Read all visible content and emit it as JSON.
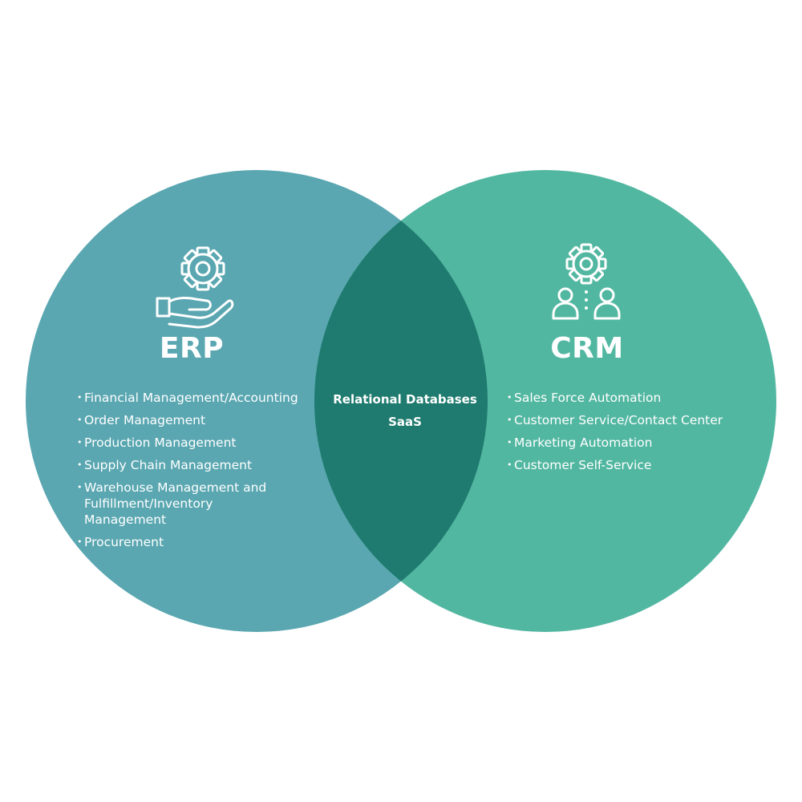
{
  "colors": {
    "background": "#ffffff",
    "erp_circle": "#5aa7b1",
    "crm_circle": "#52b7a1",
    "overlap": "#1f7b6f",
    "text": "#ffffff"
  },
  "erp": {
    "title": "ERP",
    "icon": "gear-in-hand-icon",
    "items": [
      "Financial Management/Accounting",
      "Order Management",
      "Production Management",
      "Supply Chain Management",
      "Warehouse Management and Fulfillment/Inventory Management",
      "Procurement"
    ]
  },
  "crm": {
    "title": "CRM",
    "icon": "gear-with-people-icon",
    "items": [
      "Sales Force Automation",
      "Customer Service/Contact Center",
      "Marketing Automation",
      "Customer Self-Service"
    ]
  },
  "overlap": {
    "lines": [
      "Relational Databases",
      "SaaS"
    ]
  }
}
